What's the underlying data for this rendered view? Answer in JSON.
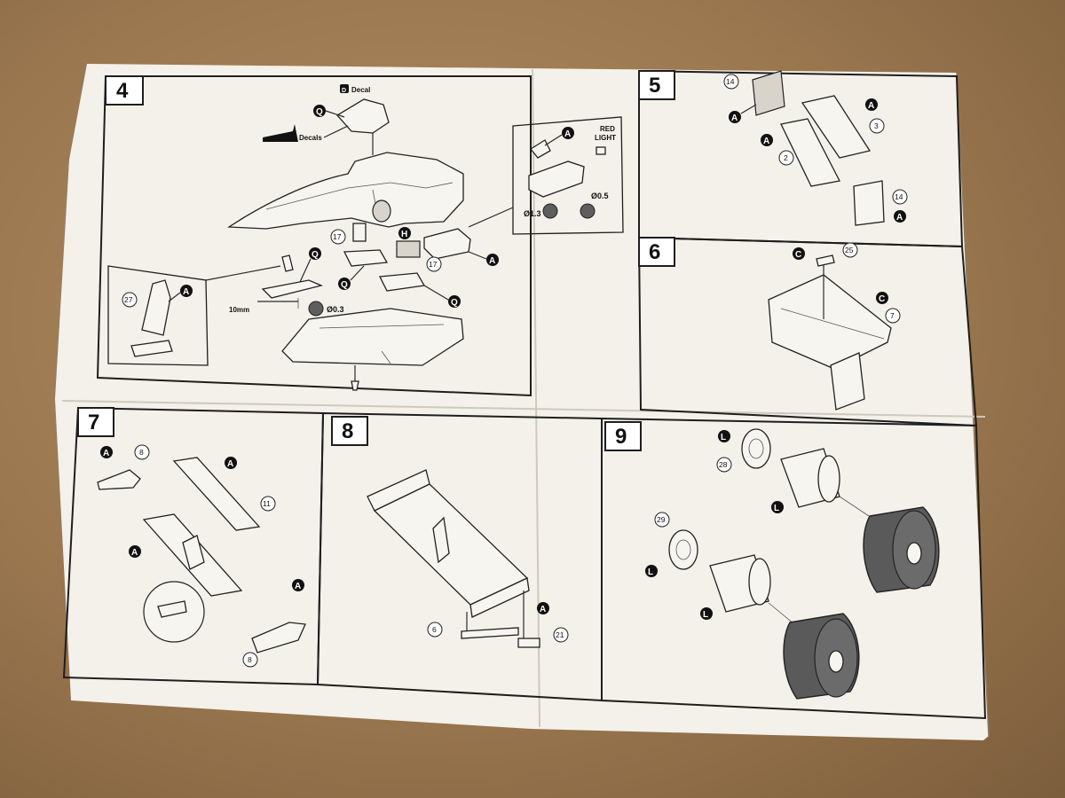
{
  "sheet": {
    "paper_color": "#f4f1ea",
    "background_color": "#9a774f"
  },
  "steps": [
    {
      "id": "4",
      "number": "4"
    },
    {
      "id": "5",
      "number": "5"
    },
    {
      "id": "6",
      "number": "6"
    },
    {
      "id": "7",
      "number": "7"
    },
    {
      "id": "8",
      "number": "8"
    },
    {
      "id": "9",
      "number": "9"
    }
  ],
  "step4": {
    "decal_badge": "D",
    "decal_label": "Decal",
    "decals_label": "Decals",
    "red_light_line1": "RED",
    "red_light_line2": "LIGHT",
    "dimension_label": "10mm",
    "drill_1": "Ø1.3",
    "drill_2": "Ø0.5",
    "drill_3": "Ø0.3",
    "parts": [
      "Q",
      "Q",
      "Q",
      "A",
      "A",
      "A",
      "H"
    ],
    "numbers": [
      "17",
      "17",
      "27"
    ]
  },
  "step5": {
    "parts": [
      "A",
      "A",
      "A",
      "A"
    ],
    "numbers": [
      "14",
      "3",
      "2",
      "14"
    ]
  },
  "step6": {
    "parts": [
      "C",
      "C"
    ],
    "numbers": [
      "25",
      "7"
    ]
  },
  "step7": {
    "parts": [
      "A",
      "A",
      "A",
      "A"
    ],
    "numbers": [
      "8",
      "11",
      "8"
    ]
  },
  "step8": {
    "parts": [
      "A"
    ],
    "numbers": [
      "6",
      "21"
    ]
  },
  "step9": {
    "parts": [
      "L",
      "L",
      "L",
      "L"
    ],
    "numbers": [
      "28",
      "29"
    ]
  }
}
